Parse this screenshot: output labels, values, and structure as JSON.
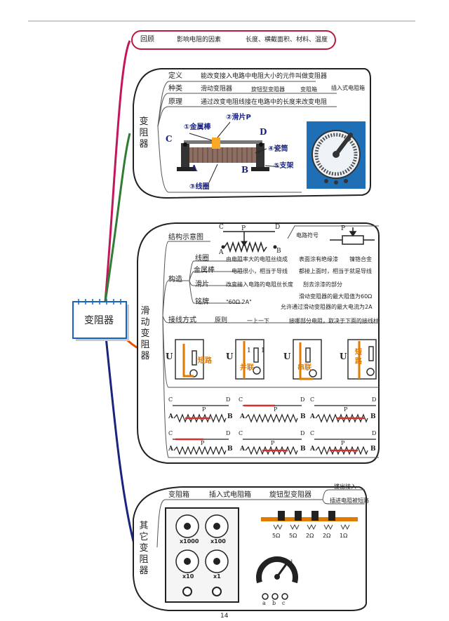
{
  "center": {
    "label": "变阻器"
  },
  "review": {
    "label": "回顾",
    "factor": "影响电阻的因素",
    "values": "长度、横截面积、材料、温度"
  },
  "rheostat": {
    "title": "变阻器",
    "def_label": "定义",
    "def_text": "能改变接入电路中电阻大小的元件叫做变阻器",
    "kind_label": "种类",
    "kinds": [
      "滑动变阻器",
      "旋钮型变阻器",
      "变阻箱",
      "插入式电阻箱"
    ],
    "principle_label": "原理",
    "principle_text": "通过改变电阻线接在电路中的长度来改变电阻",
    "parts": {
      "metal_rod": "①金属棒",
      "slider": "②滑片P",
      "coil": "③线圈",
      "porcelain": "④瓷筒",
      "stand": "⑤支架"
    },
    "letters": {
      "c": "C",
      "d": "D",
      "a": "A",
      "b": "B"
    }
  },
  "slide": {
    "title": "滑动变阻器",
    "struct_label": "结构示意图",
    "symbol_label": "电路符号",
    "struct_letters": {
      "c": "C",
      "d": "D",
      "p": "P",
      "a": "A",
      "b": "B"
    },
    "symbol_p": "P",
    "construct_label": "构造",
    "rows": [
      {
        "name": "线圈",
        "desc": "由电阻率大的电阻丝绕成",
        "note1": "表面涂有绝缘漆",
        "note2": "镍铬合金"
      },
      {
        "name": "金属棒",
        "desc": "电阻很小，相当于导线",
        "note1": "都接上面时，相当于就是导线",
        "note2": ""
      },
      {
        "name": "滑片",
        "desc": "改变接入电路的电阻丝长度",
        "note1": "刮去涂漆的部分",
        "note2": ""
      },
      {
        "name": "铭牌",
        "desc": "\"60Ω  2A\"",
        "note1": "滑动变阻器的最大阻值为60Ω",
        "note2": "允许通过滑动变阻器的最大电流为2A"
      }
    ],
    "wiring_label": "接线方式",
    "principle_label": "原则",
    "principle_value": "一上一下",
    "principle_note": "接哪部分电阻，取决于下面的接线柱",
    "circuits": [
      {
        "u": "U",
        "tag": "短路"
      },
      {
        "u": "U",
        "tag": "并联"
      },
      {
        "u": "U",
        "tag": "串联"
      },
      {
        "u": "U",
        "tag": "短路"
      }
    ],
    "circuit_nums": [
      "1",
      "1"
    ],
    "term_letters": {
      "c": "C",
      "d": "D",
      "a": "A",
      "b": "B",
      "p": "P"
    }
  },
  "other": {
    "title": "其它变阻器",
    "box_label": "变阻箱",
    "plug_label": "插入式电阻箱",
    "knob_label": "旋钮型变阻器",
    "plug_notes": [
      "拔出接入",
      "插进电阻被短路"
    ],
    "dials": [
      "x1000",
      "x100",
      "x10",
      "x1"
    ],
    "ohms": [
      "5Ω",
      "5Ω",
      "2Ω",
      "2Ω",
      "1Ω"
    ],
    "knob_letters": [
      "a",
      "b",
      "c",
      "d"
    ]
  },
  "page_number": "14"
}
